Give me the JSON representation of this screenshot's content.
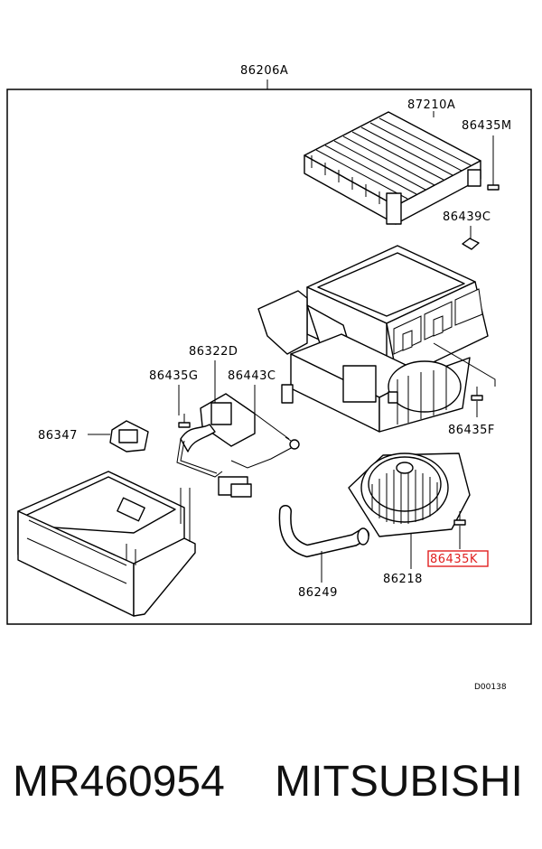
{
  "diagram": {
    "assembly_label": "86206A",
    "drawing_code": "D00138",
    "labels": {
      "air_filter": "87210A",
      "screw_top": "86435M",
      "clip": "86439C",
      "resistor": "86322D",
      "screw_left": "86435G",
      "harness_clip": "86443C",
      "actuator": "86347",
      "screw_right": "86435F",
      "screw_blower": "86435K",
      "drain_hose": "86249",
      "blower_motor": "86218"
    },
    "highlight_color": "#e02020"
  },
  "caption": {
    "part_number": "MR460954",
    "brand": "MITSUBISHI"
  }
}
